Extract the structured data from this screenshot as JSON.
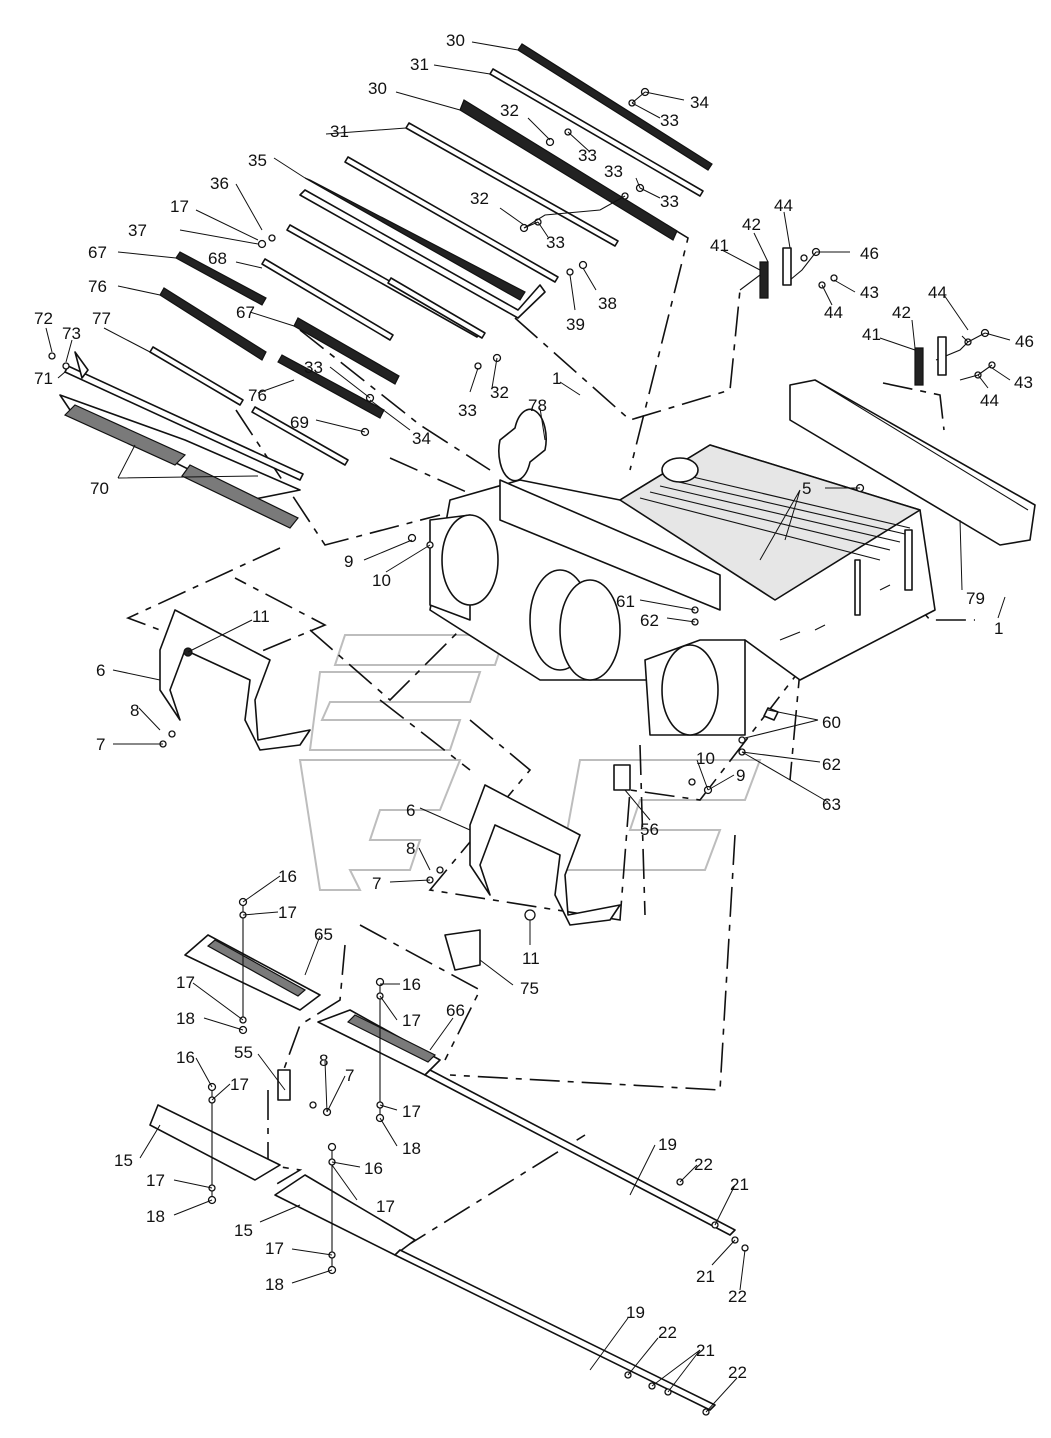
{
  "diagram": {
    "callouts": [
      {
        "id": "c30a",
        "text": "30"
      },
      {
        "id": "c31a",
        "text": "31"
      },
      {
        "id": "c34a",
        "text": "34"
      },
      {
        "id": "c33a",
        "text": "33"
      },
      {
        "id": "c30b",
        "text": "30"
      },
      {
        "id": "c32a",
        "text": "32"
      },
      {
        "id": "c33b",
        "text": "33"
      },
      {
        "id": "c31b",
        "text": "31"
      },
      {
        "id": "c33c",
        "text": "33"
      },
      {
        "id": "c35",
        "text": "35"
      },
      {
        "id": "c32b",
        "text": "32"
      },
      {
        "id": "c33d",
        "text": "33"
      },
      {
        "id": "c36",
        "text": "36"
      },
      {
        "id": "c17a",
        "text": "17"
      },
      {
        "id": "c33e",
        "text": "33"
      },
      {
        "id": "c37",
        "text": "37"
      },
      {
        "id": "c44a",
        "text": "44"
      },
      {
        "id": "c42a",
        "text": "42"
      },
      {
        "id": "c41a",
        "text": "41"
      },
      {
        "id": "c46a",
        "text": "46"
      },
      {
        "id": "c67a",
        "text": "67"
      },
      {
        "id": "c68",
        "text": "68"
      },
      {
        "id": "c38",
        "text": "38"
      },
      {
        "id": "c39",
        "text": "39"
      },
      {
        "id": "c43a",
        "text": "43"
      },
      {
        "id": "c76a",
        "text": "76"
      },
      {
        "id": "c44b",
        "text": "44"
      },
      {
        "id": "c44c",
        "text": "44"
      },
      {
        "id": "c67b",
        "text": "67"
      },
      {
        "id": "c72",
        "text": "72"
      },
      {
        "id": "c42b",
        "text": "42"
      },
      {
        "id": "c46b",
        "text": "46"
      },
      {
        "id": "c73",
        "text": "73"
      },
      {
        "id": "c77",
        "text": "77"
      },
      {
        "id": "c41b",
        "text": "41"
      },
      {
        "id": "c33f",
        "text": "33"
      },
      {
        "id": "c43b",
        "text": "43"
      },
      {
        "id": "c71",
        "text": "71"
      },
      {
        "id": "c1a",
        "text": "1"
      },
      {
        "id": "c33g",
        "text": "33"
      },
      {
        "id": "c32c",
        "text": "32"
      },
      {
        "id": "c76b",
        "text": "76"
      },
      {
        "id": "c44d",
        "text": "44"
      },
      {
        "id": "c78",
        "text": "78"
      },
      {
        "id": "c69",
        "text": "69"
      },
      {
        "id": "c34b",
        "text": "34"
      },
      {
        "id": "c70",
        "text": "70"
      },
      {
        "id": "c5",
        "text": "5"
      },
      {
        "id": "c9a",
        "text": "9"
      },
      {
        "id": "c10a",
        "text": "10"
      },
      {
        "id": "c79",
        "text": "79"
      },
      {
        "id": "c61",
        "text": "61"
      },
      {
        "id": "c1b",
        "text": "1"
      },
      {
        "id": "c11a",
        "text": "11"
      },
      {
        "id": "c62a",
        "text": "62"
      },
      {
        "id": "c6a",
        "text": "6"
      },
      {
        "id": "c8a",
        "text": "8"
      },
      {
        "id": "c60",
        "text": "60"
      },
      {
        "id": "c7a",
        "text": "7"
      },
      {
        "id": "c62b",
        "text": "62"
      },
      {
        "id": "c10b",
        "text": "10"
      },
      {
        "id": "c9b",
        "text": "9"
      },
      {
        "id": "c63",
        "text": "63"
      },
      {
        "id": "c6b",
        "text": "6"
      },
      {
        "id": "c56",
        "text": "56"
      },
      {
        "id": "c8b",
        "text": "8"
      },
      {
        "id": "c7b",
        "text": "7"
      },
      {
        "id": "c16a",
        "text": "16"
      },
      {
        "id": "c17b",
        "text": "17"
      },
      {
        "id": "c11b",
        "text": "11"
      },
      {
        "id": "c65",
        "text": "65"
      },
      {
        "id": "c75",
        "text": "75"
      },
      {
        "id": "c17c",
        "text": "17"
      },
      {
        "id": "c16b",
        "text": "16"
      },
      {
        "id": "c17d",
        "text": "17"
      },
      {
        "id": "c18a",
        "text": "18"
      },
      {
        "id": "c66",
        "text": "66"
      },
      {
        "id": "c55",
        "text": "55"
      },
      {
        "id": "c8c",
        "text": "8"
      },
      {
        "id": "c16c",
        "text": "16"
      },
      {
        "id": "c7c",
        "text": "7"
      },
      {
        "id": "c17e",
        "text": "17"
      },
      {
        "id": "c17f",
        "text": "17"
      },
      {
        "id": "c18b",
        "text": "18"
      },
      {
        "id": "c19a",
        "text": "19"
      },
      {
        "id": "c15a",
        "text": "15"
      },
      {
        "id": "c16d",
        "text": "16"
      },
      {
        "id": "c22a",
        "text": "22"
      },
      {
        "id": "c17g",
        "text": "17"
      },
      {
        "id": "c21a",
        "text": "21"
      },
      {
        "id": "c18c",
        "text": "18"
      },
      {
        "id": "c17h",
        "text": "17"
      },
      {
        "id": "c15b",
        "text": "15"
      },
      {
        "id": "c17i",
        "text": "17"
      },
      {
        "id": "c21b",
        "text": "21"
      },
      {
        "id": "c18d",
        "text": "18"
      },
      {
        "id": "c22b",
        "text": "22"
      },
      {
        "id": "c19b",
        "text": "19"
      },
      {
        "id": "c22c",
        "text": "22"
      },
      {
        "id": "c21c",
        "text": "21"
      },
      {
        "id": "c22d",
        "text": "22"
      }
    ]
  }
}
